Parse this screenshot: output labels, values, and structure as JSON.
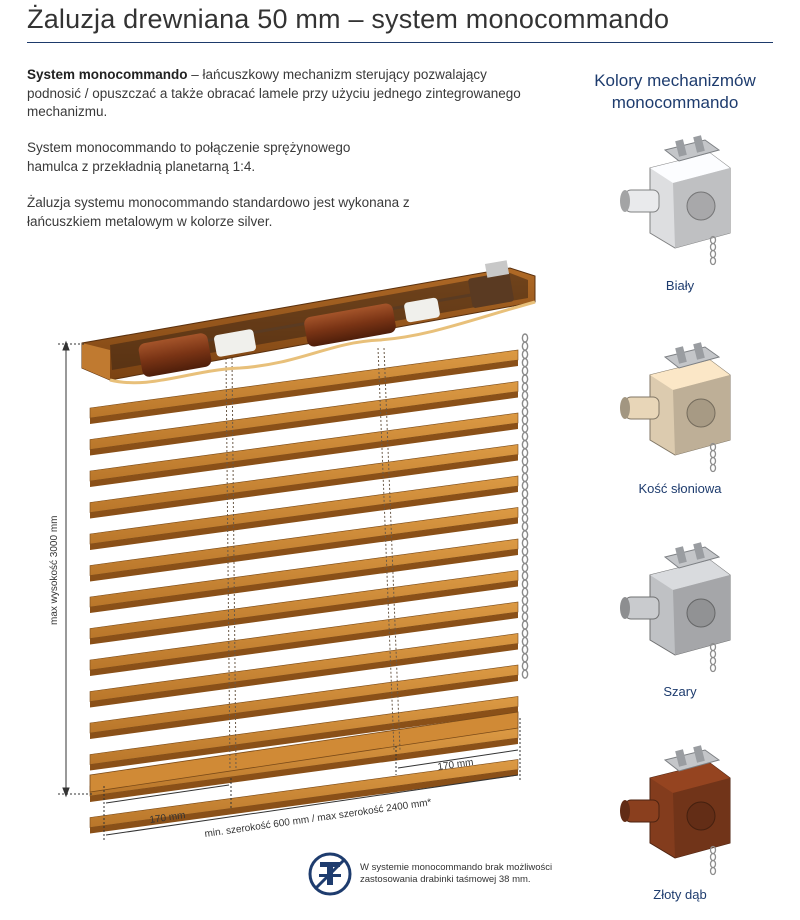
{
  "title": "Żaluzja drewniana 50 mm – system monocommando",
  "intro": {
    "bold": "System monocommando",
    "rest": " – łańcuszkowy mechanizm sterujący pozwalający podnosić / opuszczać a także obracać lamele przy użyciu jednego zintegrowanego mechanizmu."
  },
  "paragraph2": "System monocommando to połączenie sprężynowego hamulca z przekładnią planetarną 1:4.",
  "paragraph3": "Żaluzja systemu monocommando standardowo jest wykonana z łańcuszkiem metalowym w kolorze silver.",
  "side": {
    "title_line1": "Kolory mechanizmów",
    "title_line2": "monocommando",
    "mechanisms": [
      {
        "label": "Biały",
        "color": "#e9eaec"
      },
      {
        "label": "Kość słoniowa",
        "color": "#e8d6b8"
      },
      {
        "label": "Szary",
        "color": "#c9cbce"
      },
      {
        "label": "Złoty dąb",
        "color": "#8a3f1e"
      }
    ]
  },
  "dimensions": {
    "height": "max wysokość 3000 mm",
    "left_offset": "170 mm",
    "right_offset": "170 mm",
    "width": "min. szerokość 600 mm  /  max szerokość 2400 mm*"
  },
  "note": {
    "icon": "ladder-tape-icon",
    "text": "W systemie monocommando brak możliwości zastosowania drabinki taśmowej 38 mm."
  },
  "colors": {
    "accent": "#1e3c6e",
    "wood": "#c9852e",
    "wood_dark": "#8a5018"
  }
}
